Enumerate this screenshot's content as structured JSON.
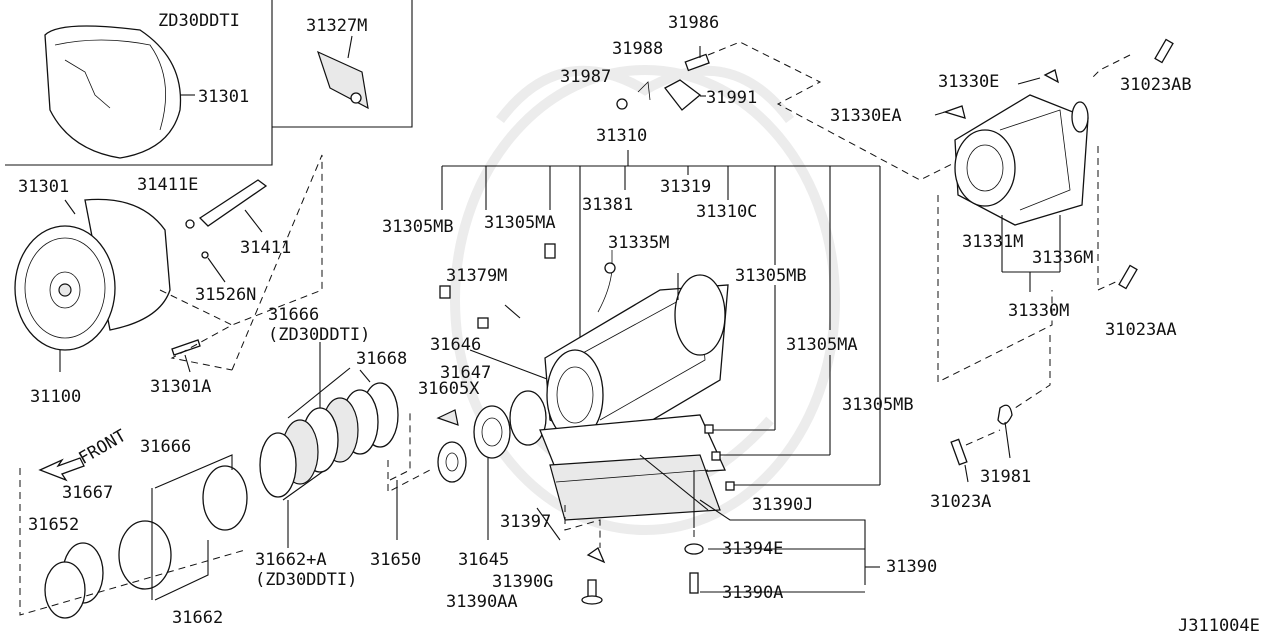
{
  "diagram": {
    "code": "J311004E",
    "front_label": "FRONT",
    "labels": {
      "zd30ddti_top": "ZD30DDTI",
      "p31327m": "31327M",
      "p31301_top": "31301",
      "p31301": "31301",
      "p31411e": "31411E",
      "p31411": "31411",
      "p31526n": "31526N",
      "p31100": "31100",
      "p31301a": "31301A",
      "p31666a": "31666",
      "p31666a_note": "(ZD30DDTI)",
      "p31668": "31668",
      "p31605x": "31605X",
      "p31666": "31666",
      "p31667": "31667",
      "p31652": "31652",
      "p31662": "31662",
      "p31662a": "31662+A",
      "p31662a_note": "(ZD30DDTI)",
      "p31650": "31650",
      "p31645": "31645",
      "p31646": "31646",
      "p31647": "31647",
      "p31397": "31397",
      "p31390g": "31390G",
      "p31390aa": "31390AA",
      "p31390a": "31390A",
      "p31394e": "31394E",
      "p31390": "31390",
      "p31390j": "31390J",
      "p31310": "31310",
      "p31305mb_1": "31305MB",
      "p31305ma_1": "31305MA",
      "p31381": "31381",
      "p31319": "31319",
      "p31310c": "31310C",
      "p31379m": "31379M",
      "p31335m": "31335M",
      "p31305mb_2": "31305MB",
      "p31305ma_2": "31305MA",
      "p31305mb_3": "31305MB",
      "p31986": "31986",
      "p31988": "31988",
      "p31987": "31987",
      "p31991": "31991",
      "p31330e": "31330E",
      "p31330ea": "31330EA",
      "p31023ab": "31023AB",
      "p31331m": "31331M",
      "p31336m": "31336M",
      "p31330m": "31330M",
      "p31023aa": "31023AA",
      "p31981": "31981",
      "p31023a": "31023A"
    }
  }
}
